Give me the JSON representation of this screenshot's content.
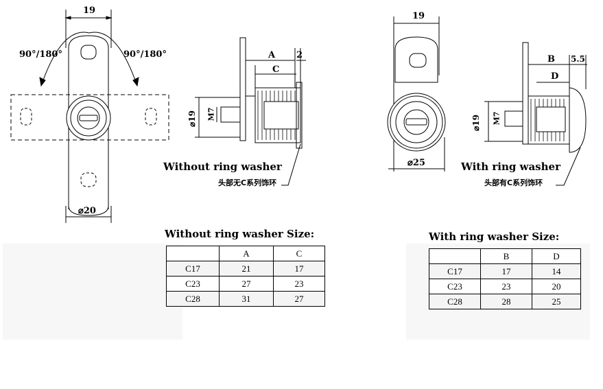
{
  "left_drawing": {
    "rotation_left": "90°/180°",
    "rotation_right": "90°/180°",
    "dim_top_width": "19",
    "dim_bottom_dia": "20",
    "dim_side_dia": "19",
    "dim_thread": "M7",
    "dim_a": "A",
    "dim_c": "C",
    "dim_2": "2",
    "caption": "Without ring washer",
    "caption_cn": "头部无C系列饰环"
  },
  "right_drawing": {
    "dim_top_width": "19",
    "dim_bottom_dia": "25",
    "dim_side_dia": "19",
    "dim_thread": "M7",
    "dim_b": "B",
    "dim_d": "D",
    "dim_55": "5.5",
    "caption": "With ring washer",
    "caption_cn": "头部有C系列饰环"
  },
  "table_without": {
    "title": "Without ring washer Size:",
    "headers": [
      "",
      "A",
      "C"
    ],
    "rows": [
      [
        "C17",
        "21",
        "17"
      ],
      [
        "C23",
        "27",
        "23"
      ],
      [
        "C28",
        "31",
        "27"
      ]
    ]
  },
  "table_with": {
    "title": "With ring washer Size:",
    "headers": [
      "",
      "B",
      "D"
    ],
    "rows": [
      [
        "C17",
        "17",
        "14"
      ],
      [
        "C23",
        "23",
        "20"
      ],
      [
        "C28",
        "28",
        "25"
      ]
    ]
  }
}
